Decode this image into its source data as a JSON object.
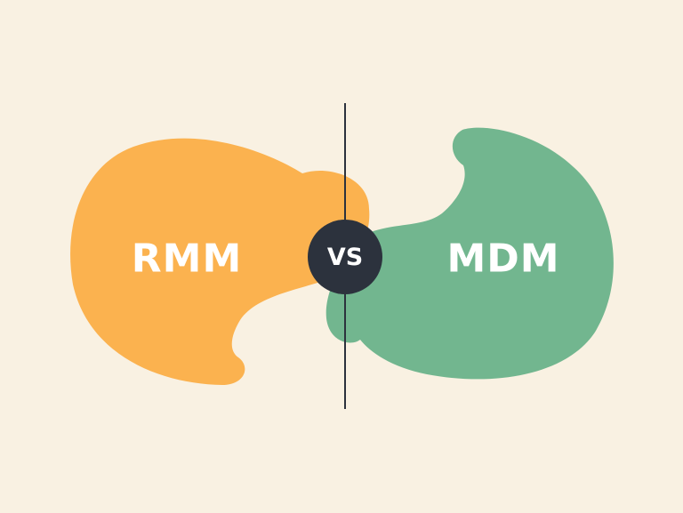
{
  "left": {
    "label": "RMM",
    "color": "#fbb24f"
  },
  "right": {
    "label": "MDM",
    "color": "#72b68f"
  },
  "center": {
    "label": "VS",
    "color": "#2c323d"
  }
}
